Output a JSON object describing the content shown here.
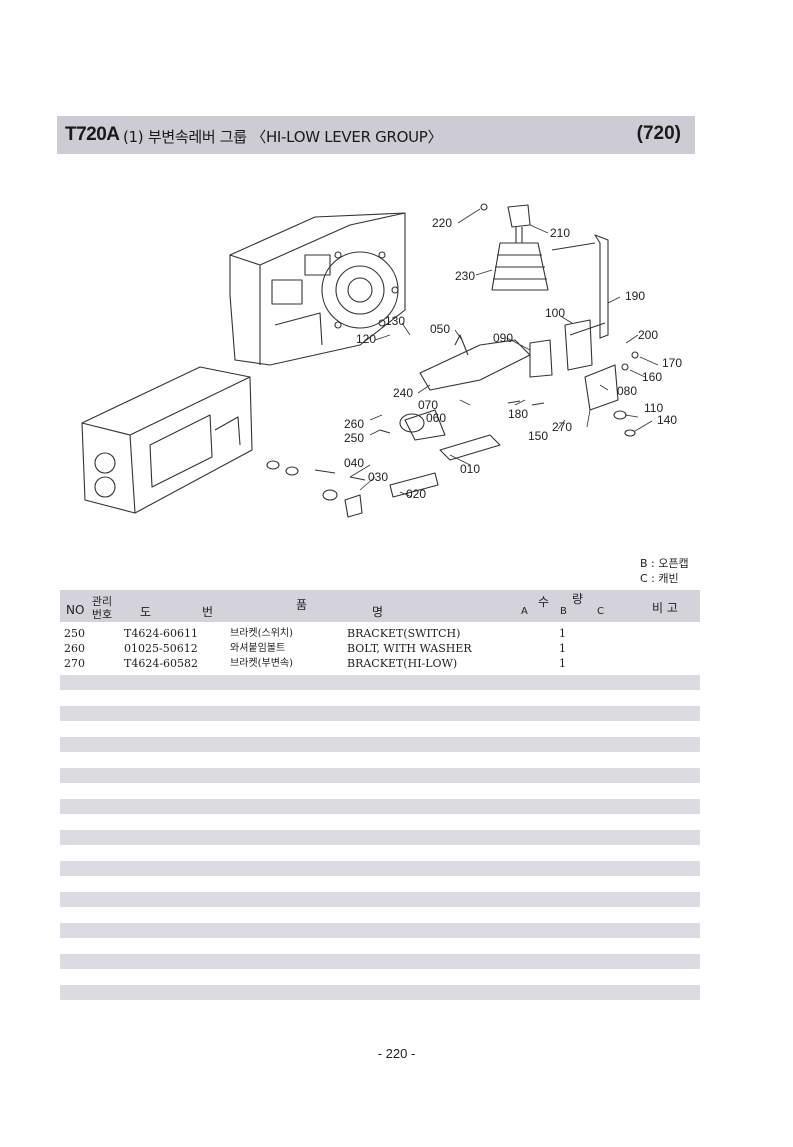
{
  "header": {
    "code": "T720A",
    "title": "(1) 부변속레버 그룹 〈HI-LOW LEVER GROUP〉",
    "number": "(720)"
  },
  "diagram": {
    "callouts": [
      "220",
      "210",
      "230",
      "190",
      "100",
      "200",
      "130",
      "050",
      "090",
      "120",
      "170",
      "160",
      "080",
      "240",
      "070",
      "060",
      "180",
      "110",
      "140",
      "150",
      "270",
      "260",
      "250",
      "040",
      "010",
      "030",
      "020"
    ]
  },
  "legend": {
    "b": "B : 오픈캡",
    "c": "C : 캐빈"
  },
  "table": {
    "headers": {
      "no": "NO",
      "mgmt_1": "관리",
      "mgmt_2": "번호",
      "drawing_1": "도",
      "drawing_2": "번",
      "name_1": "품",
      "name_2": "명",
      "qty_1": "수",
      "qty_2": "량",
      "a": "A",
      "b": "B",
      "c": "C",
      "remarks": "비 고"
    },
    "rows": [
      {
        "no": "250",
        "drawing": "T4624-60611",
        "name_kr": "브라켓(스위치)",
        "name_en": "BRACKET(SWITCH)",
        "qty_b": "1"
      },
      {
        "no": "260",
        "drawing": "01025-50612",
        "name_kr": "와셔붙임볼트",
        "name_en": "BOLT, WITH WASHER",
        "qty_b": "1"
      },
      {
        "no": "270",
        "drawing": "T4624-60582",
        "name_kr": "브라켓(부변속)",
        "name_en": "BRACKET(HI-LOW)",
        "qty_b": "1"
      }
    ]
  },
  "footer": {
    "page": "- 220 -"
  }
}
